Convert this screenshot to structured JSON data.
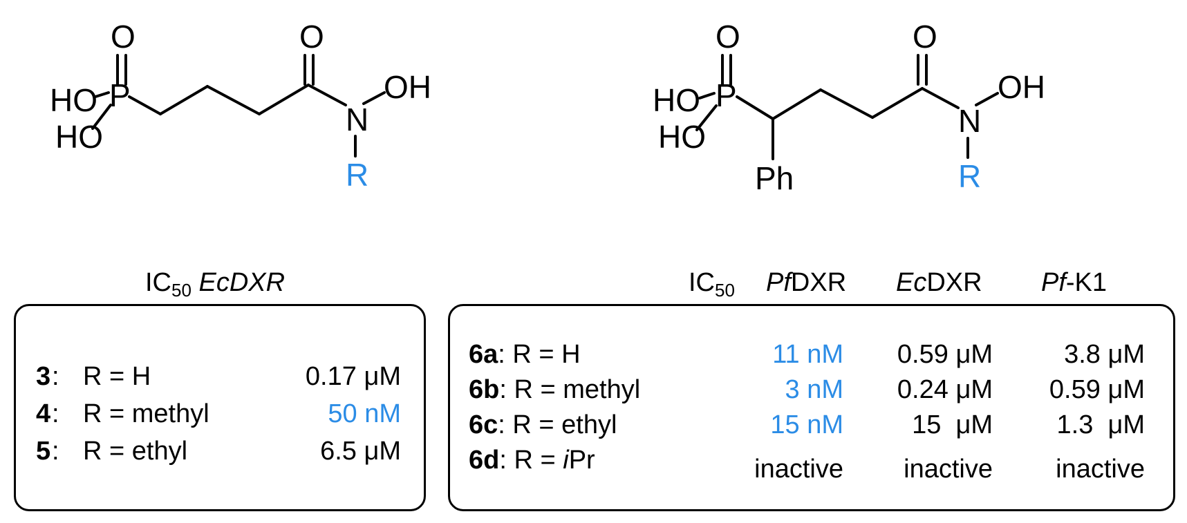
{
  "structure_left": {
    "atoms": {
      "o_top_p": "O",
      "p": "P",
      "ho_upper": "HO",
      "ho_lower": "HO",
      "o_carbonyl": "O",
      "n": "N",
      "oh": "OH",
      "r": "R"
    }
  },
  "structure_right": {
    "atoms": {
      "o_top_p": "O",
      "p": "P",
      "ho_upper": "HO",
      "ho_lower": "HO",
      "ph": "Ph",
      "o_carbonyl": "O",
      "n": "N",
      "oh": "OH",
      "r": "R"
    }
  },
  "table_left": {
    "header": {
      "ic": "IC",
      "sub": "50",
      "target": "EcDXR"
    },
    "rows": [
      {
        "compound": "3",
        "r_label": "R = H",
        "value": "0.17 μM",
        "highlight": false
      },
      {
        "compound": "4",
        "r_label": "R = methyl",
        "value": "50 nM",
        "highlight": true
      },
      {
        "compound": "5",
        "r_label": "R = ethyl",
        "value": "6.5 μM",
        "highlight": false
      }
    ]
  },
  "table_right": {
    "header": {
      "ic": "IC",
      "sub": "50",
      "col1_italic": "Pf",
      "col1_rest": "DXR",
      "col2_italic": "Ec",
      "col2_rest": "DXR",
      "col3_italic": "Pf",
      "col3_rest": "-K1"
    },
    "rows": [
      {
        "compound": "6a",
        "r_label": "R = H",
        "r_italic": "",
        "r_after": "",
        "pf": "11 nM",
        "ec": "0.59 μM",
        "k1": "3.8 μM"
      },
      {
        "compound": "6b",
        "r_label": "R = methyl",
        "r_italic": "",
        "r_after": "",
        "pf": "3 nM",
        "ec": "0.24 μM",
        "k1": "0.59 μM"
      },
      {
        "compound": "6c",
        "r_label": "R = ethyl",
        "r_italic": "",
        "r_after": "",
        "pf": "15 nM",
        "ec": "15  μM",
        "k1": "1.3  μM"
      },
      {
        "compound": "6d",
        "r_label": "R = ",
        "r_italic": "i",
        "r_after": "Pr",
        "pf": "inactive",
        "ec": "inactive",
        "k1": "inactive"
      }
    ],
    "pf_highlight_rows": [
      0,
      1,
      2
    ]
  },
  "colors": {
    "highlight": "#2b8ce6",
    "text": "#000000"
  }
}
